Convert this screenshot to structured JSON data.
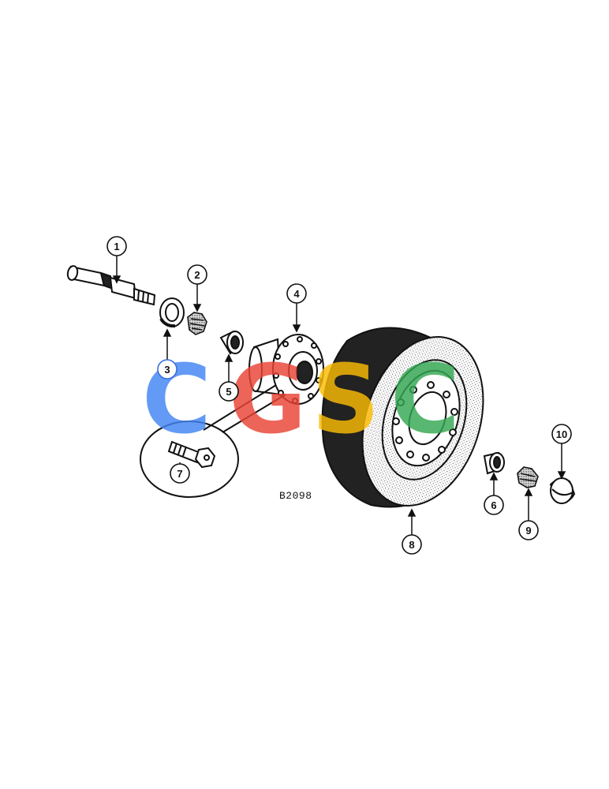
{
  "drawing_code": "B2098",
  "callouts": [
    {
      "id": "1",
      "label": "1"
    },
    {
      "id": "2",
      "label": "2"
    },
    {
      "id": "3",
      "label": "3"
    },
    {
      "id": "4",
      "label": "4"
    },
    {
      "id": "5",
      "label": "5"
    },
    {
      "id": "6",
      "label": "6"
    },
    {
      "id": "7",
      "label": "7"
    },
    {
      "id": "8",
      "label": "8"
    },
    {
      "id": "9",
      "label": "9"
    },
    {
      "id": "10",
      "label": "10"
    }
  ],
  "watermark": {
    "letters": [
      "C",
      "G",
      "S",
      "C"
    ],
    "colors": [
      "#4285F4",
      "#EA4335",
      "#FBBC05",
      "#34A853"
    ]
  },
  "colors": {
    "line": "#111111",
    "callout_3": "#3b6fd8"
  }
}
